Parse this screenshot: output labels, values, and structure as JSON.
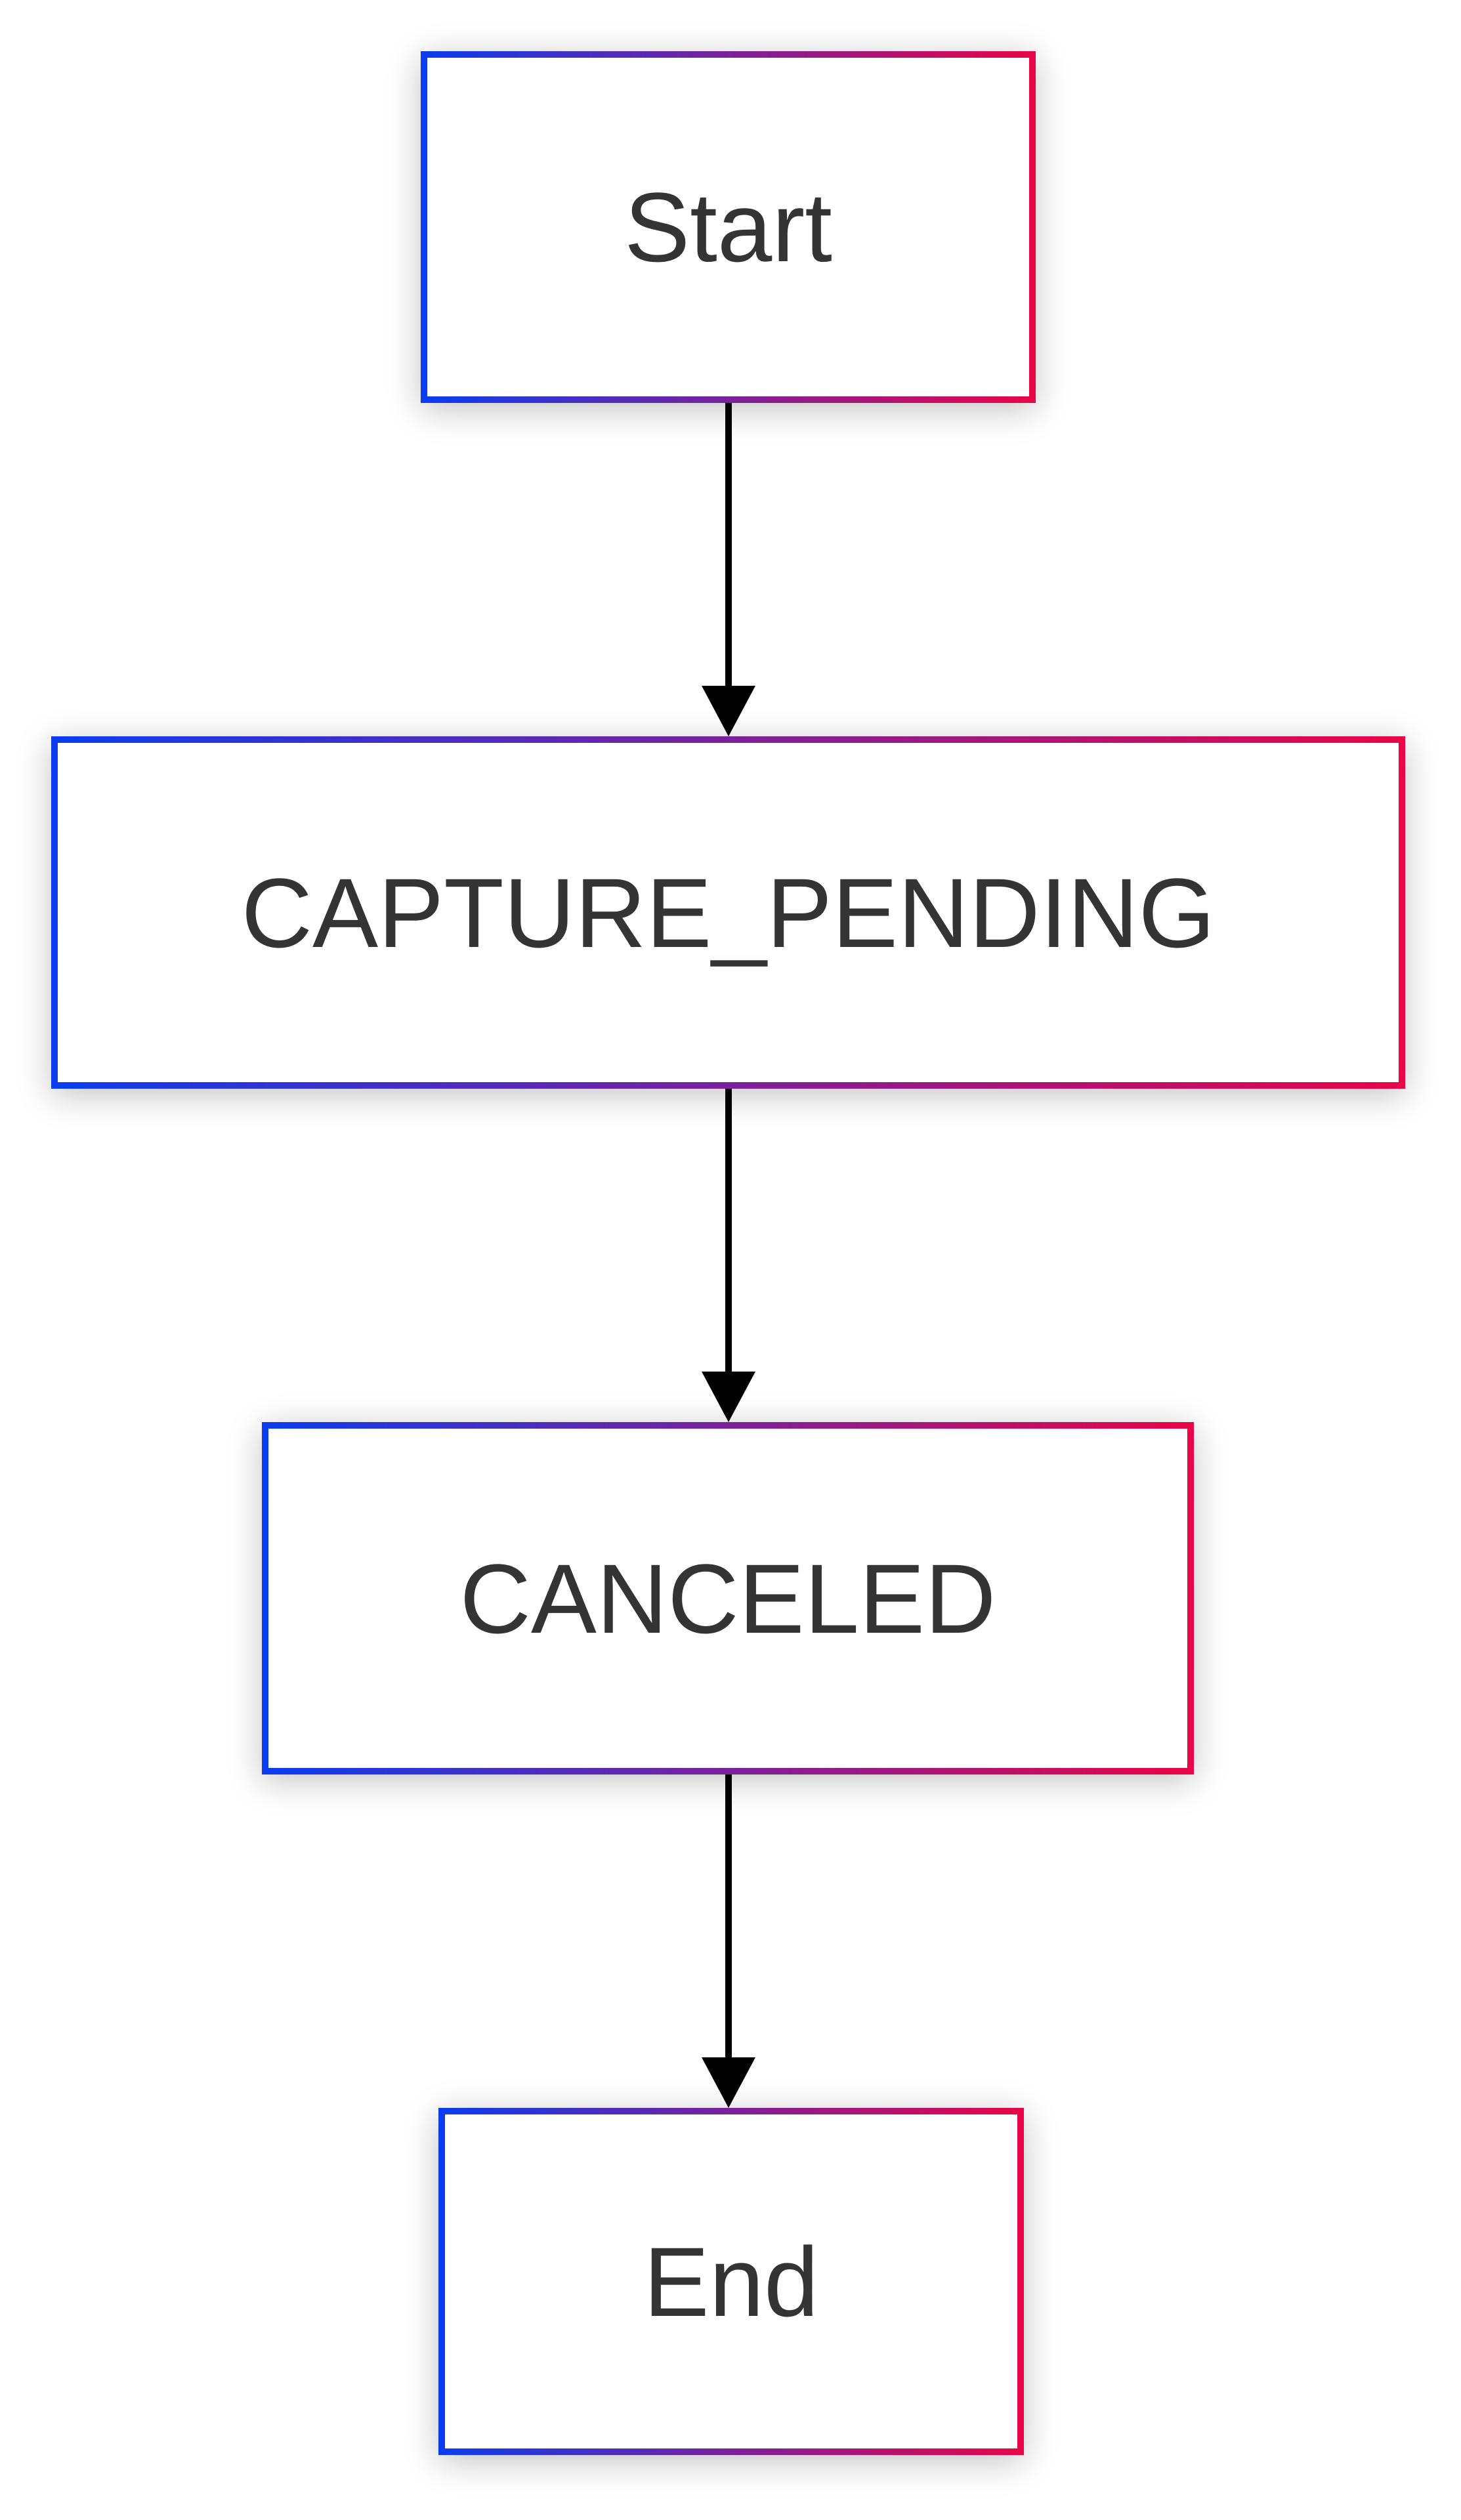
{
  "diagram": {
    "type": "flowchart",
    "direction": "top-down",
    "nodes": [
      {
        "id": "start",
        "label": "Start"
      },
      {
        "id": "capture_pending",
        "label": "CAPTURE_PENDING"
      },
      {
        "id": "canceled",
        "label": "CANCELED"
      },
      {
        "id": "end",
        "label": "End"
      }
    ],
    "edges": [
      {
        "from": "Start",
        "to": "CAPTURE_PENDING"
      },
      {
        "from": "CAPTURE_PENDING",
        "to": "CANCELED"
      },
      {
        "from": "CANCELED",
        "to": "End"
      }
    ],
    "colors": {
      "border_gradient_start": "#0A3DF0",
      "border_gradient_end": "#EA0547",
      "arrow": "#000000",
      "label_text": "#343434",
      "node_fill": "#FFFFFF",
      "background": "#FFFFFF"
    }
  }
}
